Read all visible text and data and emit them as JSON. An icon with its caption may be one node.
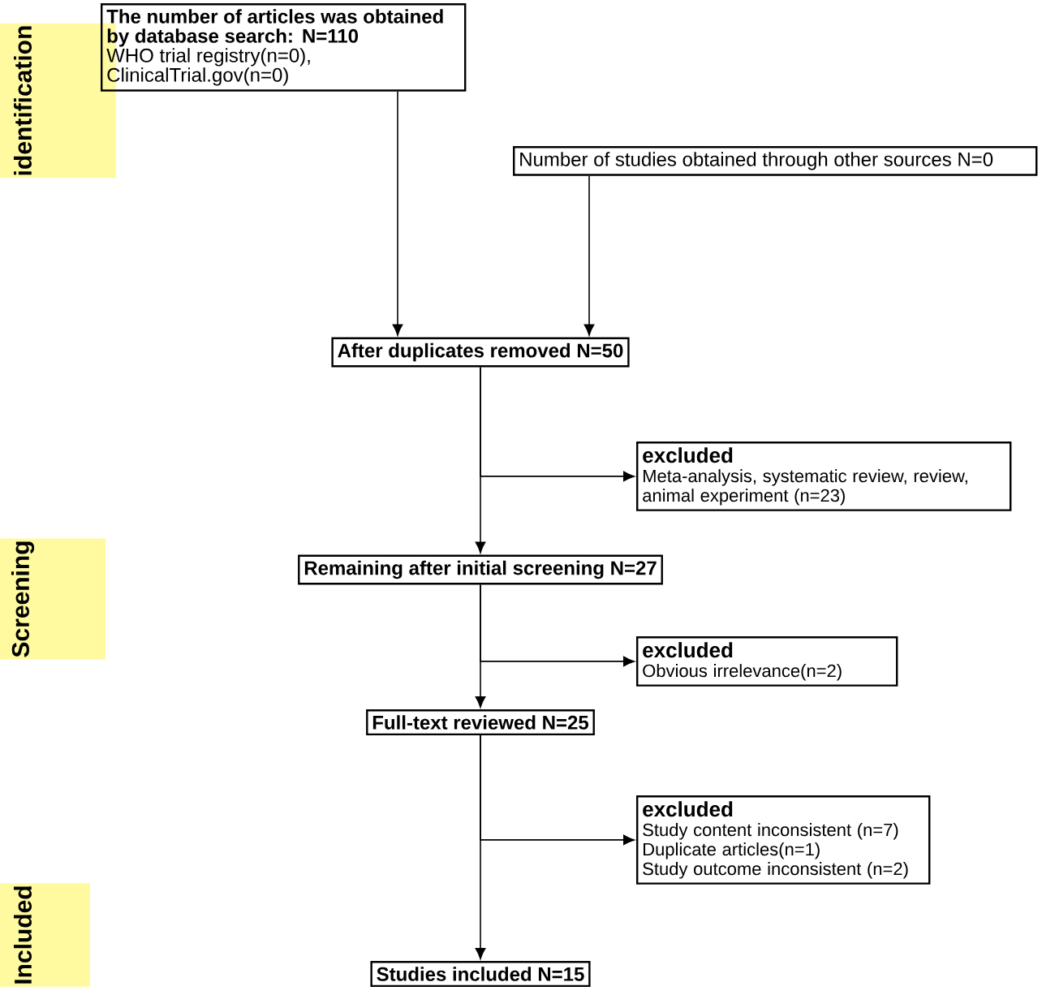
{
  "diagram": {
    "nodes": [
      {
        "text": [
          "The number of articles was obtained by database search: N=110",
          "WHO trial registry(n=0), ClinicalTrial.gov(n=0)"
        ]
      },
      {
        "text": [
          "Number of studies obtained through other sources N=0"
        ]
      },
      {
        "text": [
          "After duplicates removed N=50"
        ]
      },
      {
        "text": [
          "excluded",
          "Meta-analysis, systematic review, review, animal experiment (n=23)"
        ]
      },
      {
        "text": [
          "Remaining after initial screening N=27"
        ]
      },
      {
        "text": [
          "excluded",
          "Obvious irrelevance(n=2)"
        ]
      },
      {
        "text": [
          "Full-text reviewed N=25"
        ]
      },
      {
        "text": [
          "excluded",
          "Study content inconsistent (n=7)",
          "Duplicate articles(n=1)",
          "Study outcome inconsistent (n=2)"
        ]
      },
      {
        "text": [
          "Studies included N=15"
        ]
      }
    ],
    "edges": [
      {
        "from": 0,
        "to": 2,
        "arrow": "to"
      },
      {
        "from": 1,
        "to": 2,
        "arrow": "to"
      },
      {
        "from": 2,
        "to": 3,
        "arrow": "to"
      },
      {
        "from": 2,
        "to": 4,
        "arrow": "to"
      },
      {
        "from": 4,
        "to": 5,
        "arrow": "to"
      },
      {
        "from": 4,
        "to": 6,
        "arrow": "to"
      },
      {
        "from": 6,
        "to": 7,
        "arrow": "to"
      },
      {
        "from": 6,
        "to": 8,
        "arrow": "to"
      }
    ],
    "labels": [
      "identification",
      "Screening",
      "Included"
    ]
  }
}
